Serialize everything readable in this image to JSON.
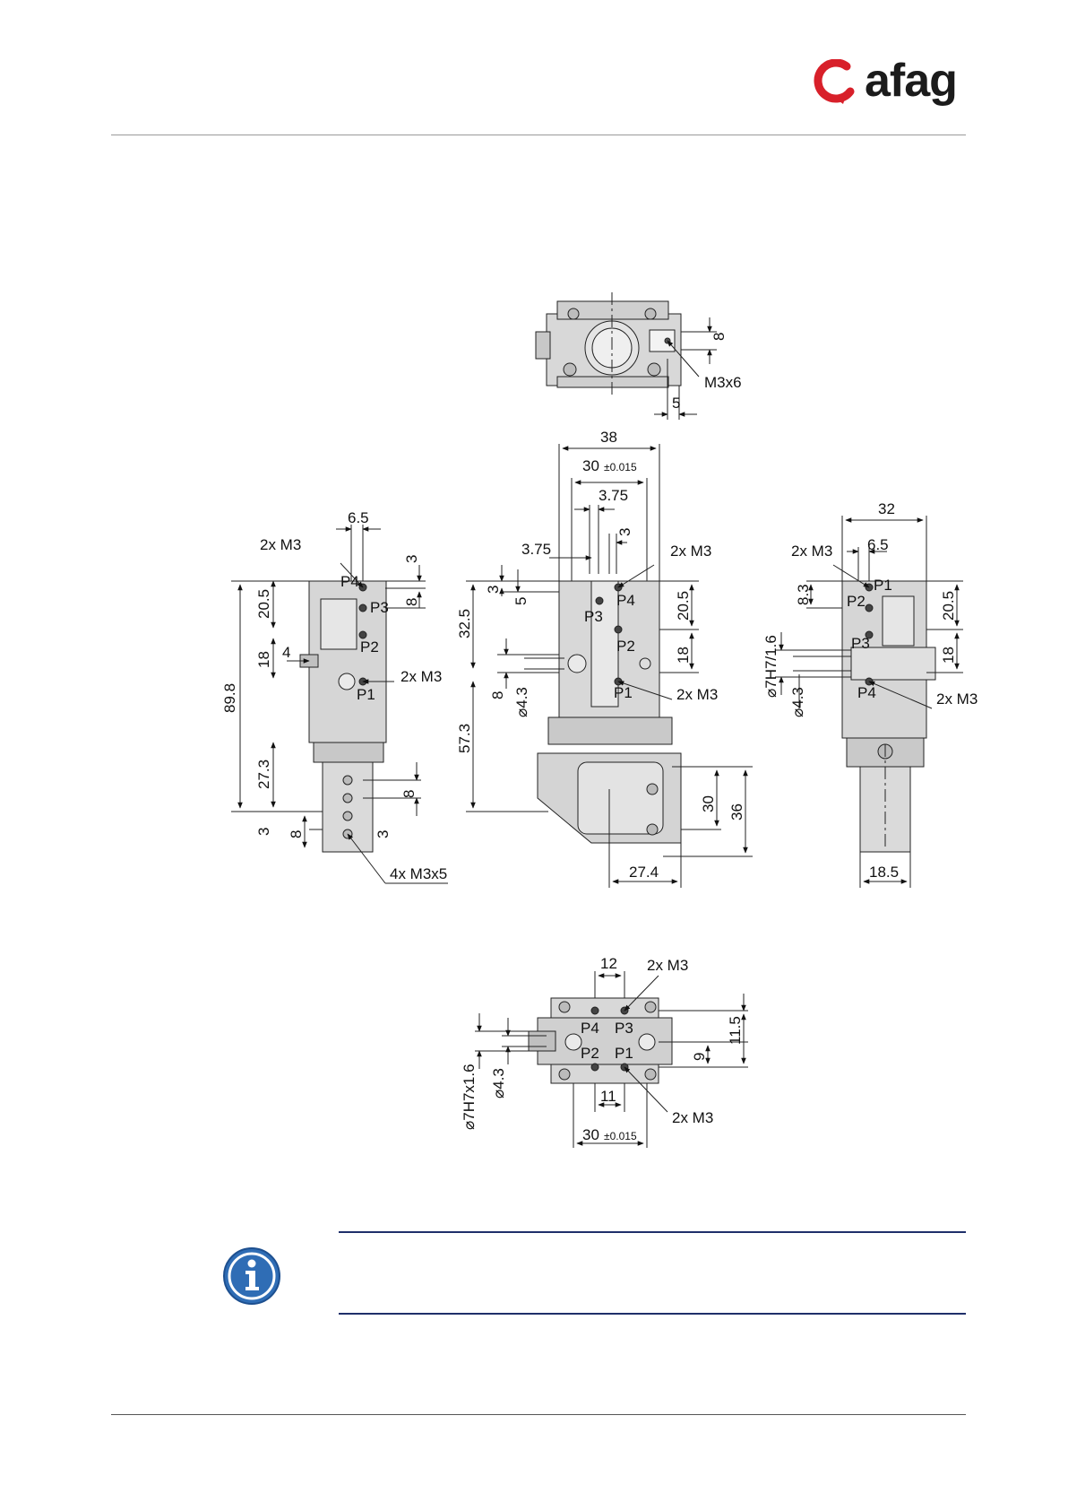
{
  "header": {
    "brand": "afag",
    "brand_color": "#1b1b1b",
    "mark_color": "#d8202a"
  },
  "drawing": {
    "top_view": {
      "dims": [
        "8",
        "5"
      ],
      "thread": "M3x6"
    },
    "left_view": {
      "dims": [
        "6.5",
        "3",
        "8",
        "20.5",
        "18",
        "4",
        "89.8",
        "27.3",
        "8",
        "3",
        "8",
        "3"
      ],
      "ports": [
        "P4",
        "P3",
        "P2",
        "P1"
      ],
      "callouts": [
        "2x M3",
        "2x M3",
        "4x M3x5"
      ]
    },
    "front_view": {
      "dims": [
        "38",
        "3.75",
        "3",
        "3.75",
        "3",
        "5",
        "32.5",
        "20.5",
        "18",
        "8",
        "57.3",
        "30",
        "36",
        "27.4"
      ],
      "dim_with_tol": {
        "value": "30",
        "tol": "±0.015"
      },
      "diameter": "4.3",
      "ports": [
        "P3",
        "P4",
        "P2",
        "P1"
      ],
      "callouts": [
        "2x M3",
        "2x M3"
      ]
    },
    "right_view": {
      "dims": [
        "32",
        "6.5",
        "8.3",
        "20.5",
        "18",
        "18.5"
      ],
      "diameters": [
        "7H7/1.6",
        "4.3"
      ],
      "ports": [
        "P1",
        "P2",
        "P3",
        "P4"
      ],
      "callouts": [
        "2x M3",
        "2x M3"
      ]
    },
    "bottom_view": {
      "dims": [
        "12",
        "11.5",
        "9",
        "11"
      ],
      "dim_with_tol": {
        "value": "30",
        "tol": "±0.015"
      },
      "diameters": [
        "7H7x1.6",
        "4.3"
      ],
      "ports": [
        "P4",
        "P3",
        "P2",
        "P1"
      ],
      "callouts": [
        "2x M3",
        "2x M3"
      ]
    }
  },
  "note": {
    "icon": "info-icon",
    "accent": "#2f6db5",
    "rule_color": "#1f2f6a"
  }
}
